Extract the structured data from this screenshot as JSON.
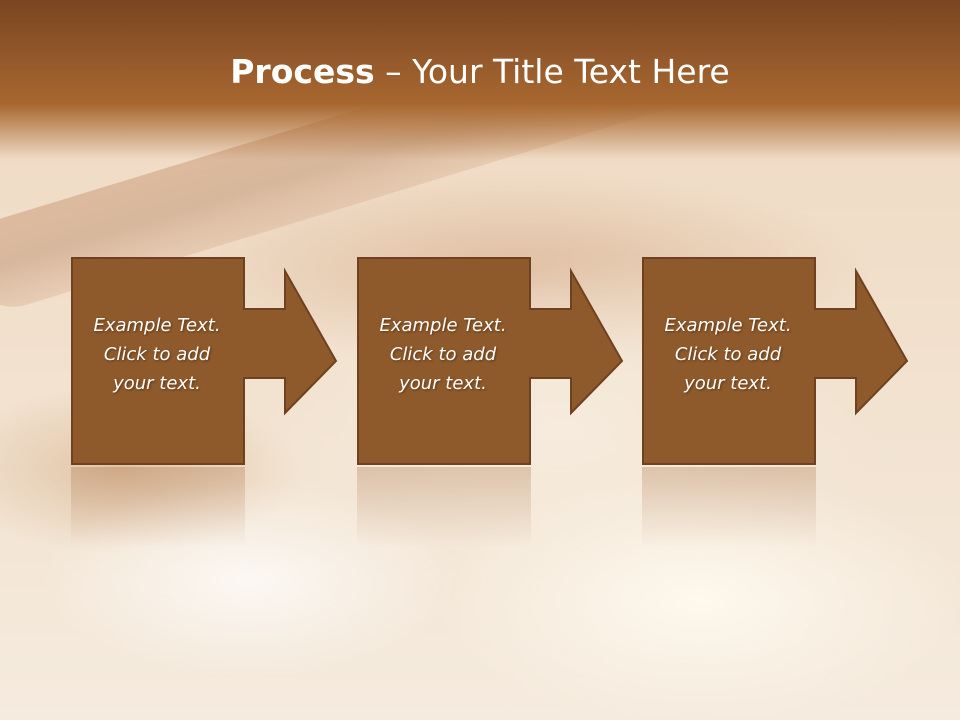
{
  "slide": {
    "title_bold": "Process",
    "title_rest": " – Your Title Text Here"
  },
  "steps": [
    {
      "line1": "Example Text.",
      "line2": "Click  to add",
      "line3": "your text."
    },
    {
      "line1": "Example Text.",
      "line2": "Click  to add",
      "line3": "your text."
    },
    {
      "line1": "Example Text.",
      "line2": "Click  to add",
      "line3": "your text."
    }
  ],
  "colors": {
    "header": "#93582b",
    "box_fill": "#8f5a2b",
    "box_border": "#6e4220",
    "text": "#ffffff"
  }
}
